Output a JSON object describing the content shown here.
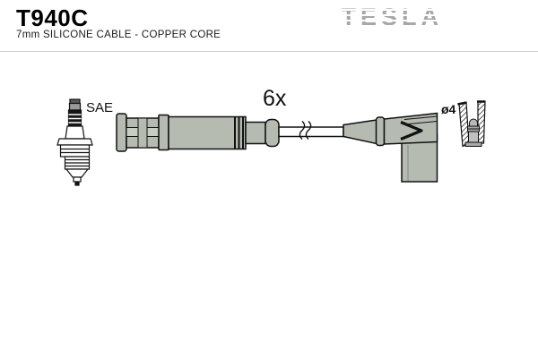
{
  "header": {
    "part_number": "T940C",
    "subtitle": "7mm SILICONE CABLE - COPPER CORE",
    "brand": "TESLA"
  },
  "diagram": {
    "labels": {
      "spark_plug_terminal": "SAE",
      "cable_count": "6x",
      "terminal_diameter": "ø4"
    }
  },
  "colors": {
    "boot_gray": "#b6bbb2",
    "outline": "#111111",
    "logo_gray": "#a6a8a3",
    "separator": "#cfcfcf",
    "background": "#ffffff"
  }
}
